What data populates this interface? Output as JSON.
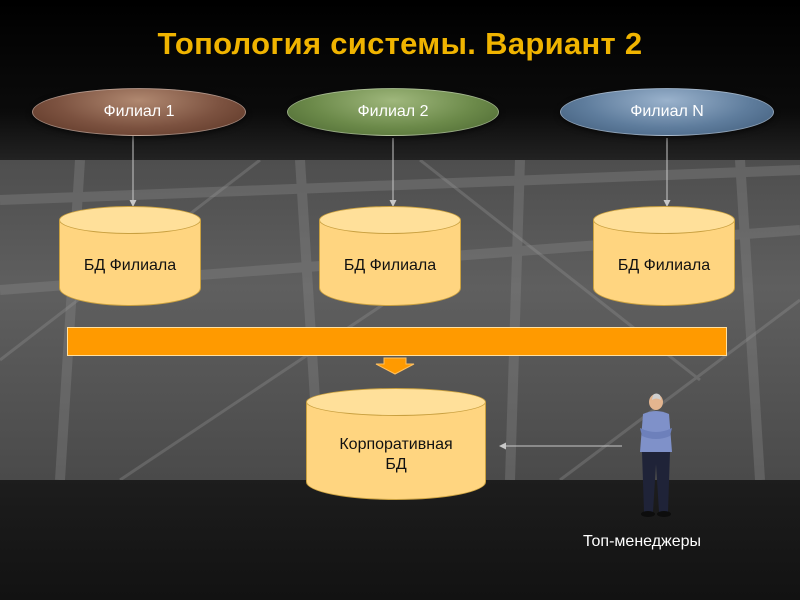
{
  "title": "Топология системы. Вариант 2",
  "branches": [
    {
      "label": "Филиал 1",
      "color": "#7c5240"
    },
    {
      "label": "Филиал 2",
      "color": "#6c8a4a"
    },
    {
      "label": "Филиал N",
      "color": "#5f7d9d"
    }
  ],
  "branch_dbs": [
    "БД Филиала",
    "БД Филиала",
    "БД Филиала"
  ],
  "corporate_db": {
    "line1": "Корпоративная",
    "line2": "БД"
  },
  "top_managers": "Топ-менеджеры",
  "colors": {
    "title": "#f0b400",
    "cylinder": "#ffd580",
    "bus": "#ff9a00"
  }
}
